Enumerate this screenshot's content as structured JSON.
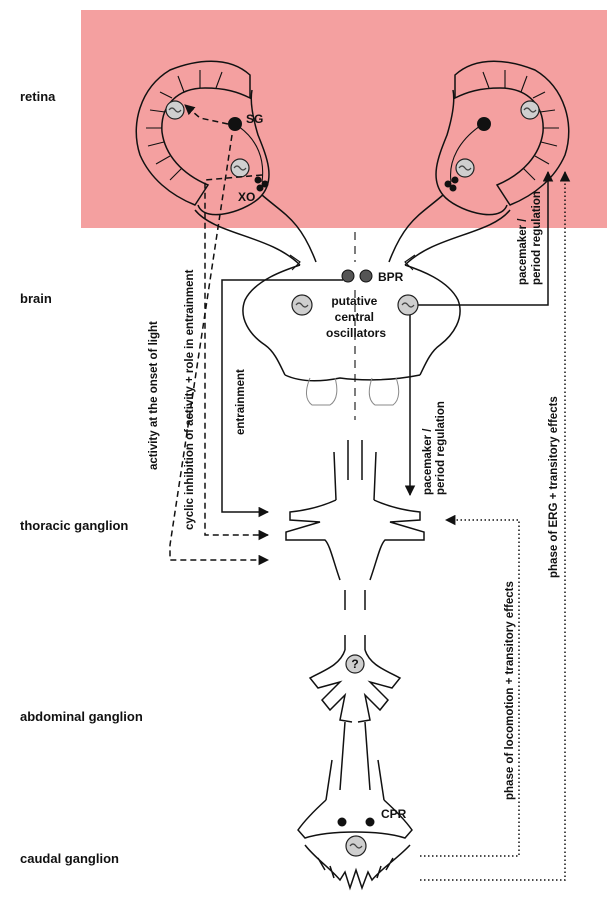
{
  "colors": {
    "retina_highlight": "#f4a0a0",
    "oscillator_fill": "#cfcfcf",
    "line": "#111111"
  },
  "regions": {
    "retina": "retina",
    "brain": "brain",
    "thoracic": "thoracic ganglion",
    "abdominal": "abdominal ganglion",
    "caudal": "caudal ganglion"
  },
  "structures": {
    "sg": "SG",
    "xo": "XO",
    "bpr": "BPR",
    "cpr": "CPR",
    "unknown_oscillator": "?",
    "central_oscillators": [
      "putative",
      "central",
      "oscillators"
    ]
  },
  "pathways": {
    "activity_onset_light": "activity at the onset of light",
    "cyclic_inhibition": "cyclic inhibition of activity + role in entrainment",
    "entrainment": "entrainment",
    "pacemaker_brain": [
      "pacemaker /",
      "period regulation"
    ],
    "pacemaker_retina": [
      "pacemaker /",
      "period regulation"
    ],
    "phase_locomotion": "phase of locomotion + transitory effects",
    "phase_erg": "phase of ERG + transitory effects"
  },
  "icons": [
    "oscillator-icon",
    "photoreceptor-icon",
    "arrow-head-icon"
  ]
}
